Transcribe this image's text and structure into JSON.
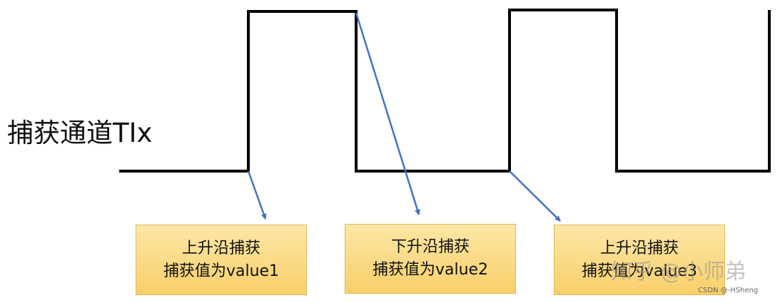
{
  "channel_label": "捕获通道TIx",
  "boxes": [
    {
      "line1": "上升沿捕获",
      "line2": "捕获值为value1"
    },
    {
      "line1": "下升沿捕获",
      "line2": "捕获值为value2"
    },
    {
      "line1": "上升沿捕获",
      "line2": "捕获值为value3"
    }
  ],
  "watermark": "知乎 @小师弟",
  "credit": "CSDN @-HSheng",
  "colors": {
    "waveform": "#000000",
    "arrow": "#4472c4",
    "box_fill": "#fbd980",
    "box_border": "#e2b75a"
  }
}
